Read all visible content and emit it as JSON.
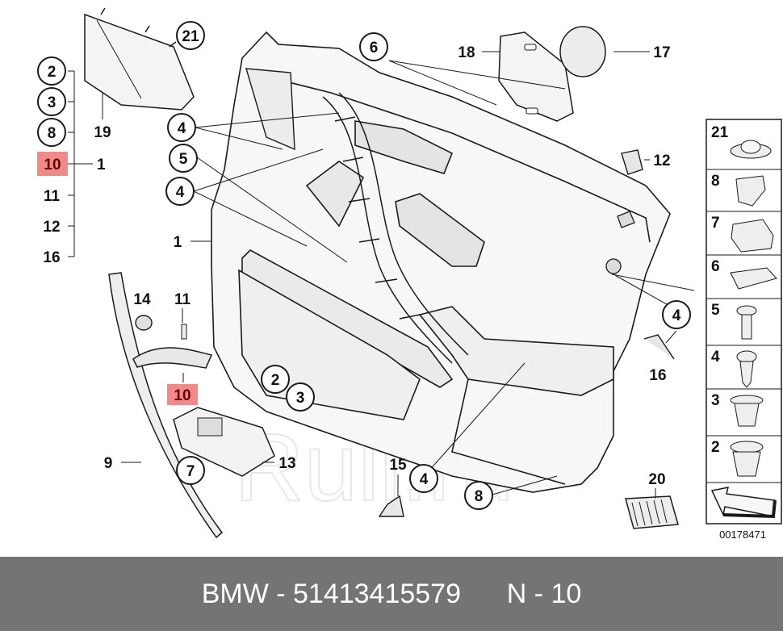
{
  "callouts": {
    "c21": "21",
    "c2": "2",
    "c3": "3",
    "c8": "8",
    "c10": "10",
    "c1a": "1",
    "c11": "11",
    "c12": "12",
    "c16": "16",
    "c19": "19",
    "c4a": "4",
    "c5": "5",
    "c4b": "4",
    "c1b": "1",
    "c6": "6",
    "c18": "18",
    "c17": "17",
    "c12b": "12",
    "c14": "14",
    "c11b": "11",
    "c10b": "10",
    "c2b": "2",
    "c3b": "3",
    "c9": "9",
    "c7": "7",
    "c13": "13",
    "c15": "15",
    "c4c": "4",
    "c8b": "8",
    "c4d": "4",
    "c16b": "16",
    "c20": "20"
  },
  "legend": {
    "items": [
      "21",
      "8",
      "7",
      "6",
      "5",
      "4",
      "3",
      "2"
    ],
    "drawing_number": "00178471"
  },
  "watermark": "Ruli.ru",
  "colors": {
    "highlight": "#f08a8a",
    "footer_bg": "#747474",
    "part_fill": "#f7f7f7",
    "line": "#1a1a1a"
  },
  "footer": {
    "brand": "BMW",
    "part_number": "51413415579",
    "position": "N - 10"
  }
}
